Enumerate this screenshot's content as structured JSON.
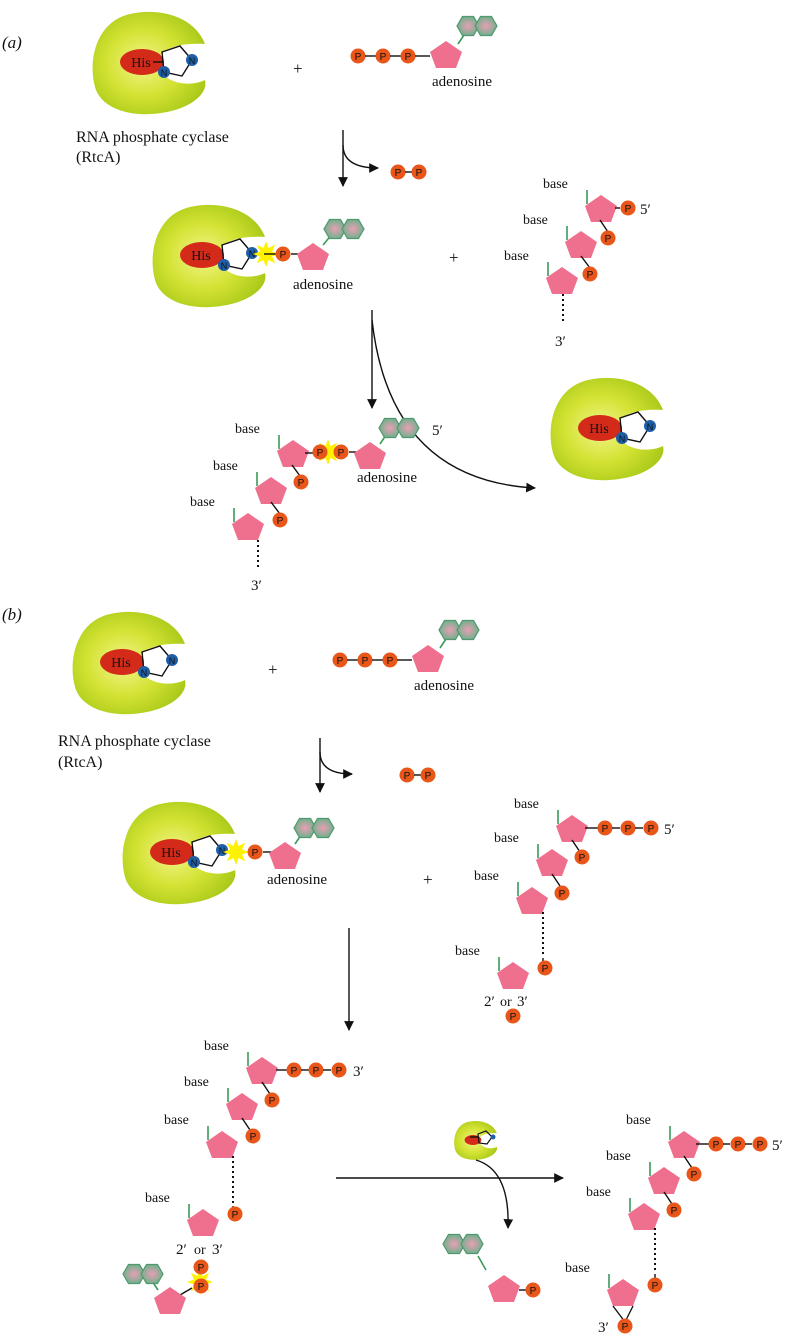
{
  "panel_a": {
    "label": "(a)",
    "his": "His",
    "n": "N",
    "p": "P",
    "plus": "+",
    "adenosine": "adenosine",
    "enzyme_line1": "RNA phosphate cyclase",
    "enzyme_line2": "(RtcA)",
    "base": "base",
    "five_prime": "5′",
    "three_prime": "3′"
  },
  "panel_b": {
    "label": "(b)",
    "his": "His",
    "n": "N",
    "p": "P",
    "plus": "+",
    "adenosine": "adenosine",
    "enzyme_line1": "RNA phosphate cyclase",
    "enzyme_line2": "(RtcA)",
    "base": "base",
    "five_prime": "5′",
    "three_prime": "3′",
    "two_prime": "2′",
    "or": "or"
  },
  "colors": {
    "enzyme": "#c8dc1e",
    "his": "#d42a1a",
    "phosphate": "#e8561a",
    "ribose": "#ef6f8e",
    "base_ring": "#4e9a6e",
    "nitrogen": "#1f5fa8",
    "burst": "#fff200"
  }
}
